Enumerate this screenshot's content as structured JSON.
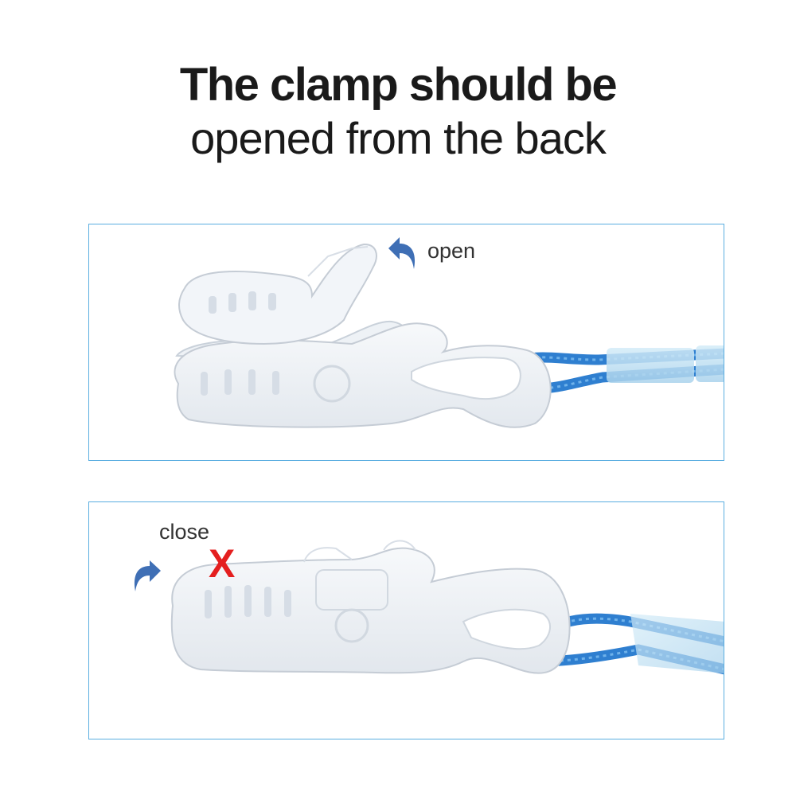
{
  "heading": {
    "line1": "The clamp should be",
    "line2": "opened from the back"
  },
  "panels": {
    "open": {
      "label": "open"
    },
    "close": {
      "label": "close",
      "wrong_mark": "X"
    }
  },
  "colors": {
    "panel_border": "#5aaee0",
    "arrow": "#3f6fb5",
    "cord": "#2f7fd0",
    "wrong_mark": "#e41f1f"
  }
}
